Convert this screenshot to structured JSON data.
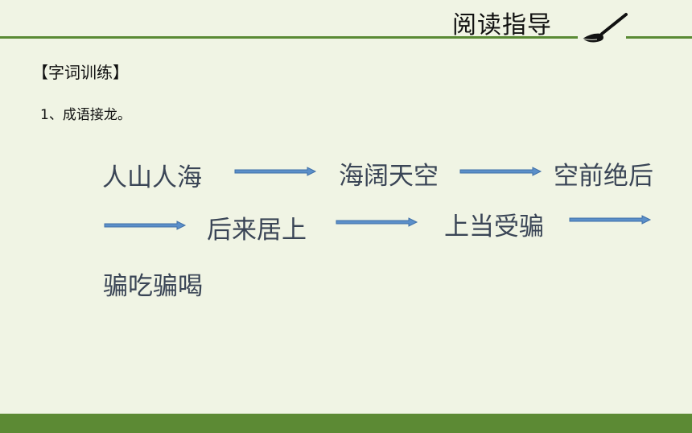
{
  "header": {
    "title": "阅读指导"
  },
  "section_heading": "【字词训练】",
  "question": "1、成语接龙。",
  "idioms": [
    "人山人海",
    "海阔天空",
    "空前绝后",
    "后来居上",
    "上当受骗",
    "骗吃骗喝"
  ],
  "colors": {
    "accent_green": "#5a8a34",
    "arrow_blue": "#5b8fc9",
    "text_slate": "#3a4556"
  },
  "icons": [
    "brush-icon",
    "arrow-right-icon"
  ]
}
